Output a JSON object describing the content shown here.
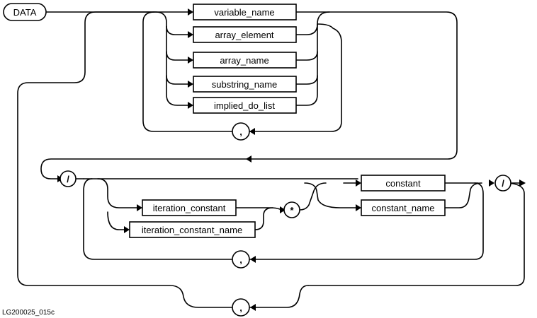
{
  "keyword": "DATA",
  "targets": [
    "variable_name",
    "array_element",
    "array_name",
    "substring_name",
    "implied_do_list"
  ],
  "values": [
    "constant",
    "constant_name"
  ],
  "repeats": [
    "iteration_constant",
    "iteration_constant_name"
  ],
  "symbols": {
    "comma": ",",
    "slash": "/",
    "star": "*"
  },
  "figure_id": "LG200025_015c"
}
